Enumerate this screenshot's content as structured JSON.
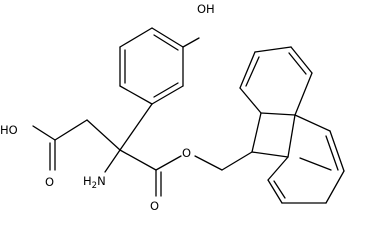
{
  "molecule": {
    "labels": {
      "hydroxyl_phenol": "OH",
      "carboxylic_acid": "HO",
      "carboxyl_carbonyl_oxygen": "O",
      "amino": "H",
      "amino_subscript": "2",
      "amino_n": "N",
      "ester_carbonyl_oxygen": "O",
      "ester_oxygen": "O"
    }
  }
}
